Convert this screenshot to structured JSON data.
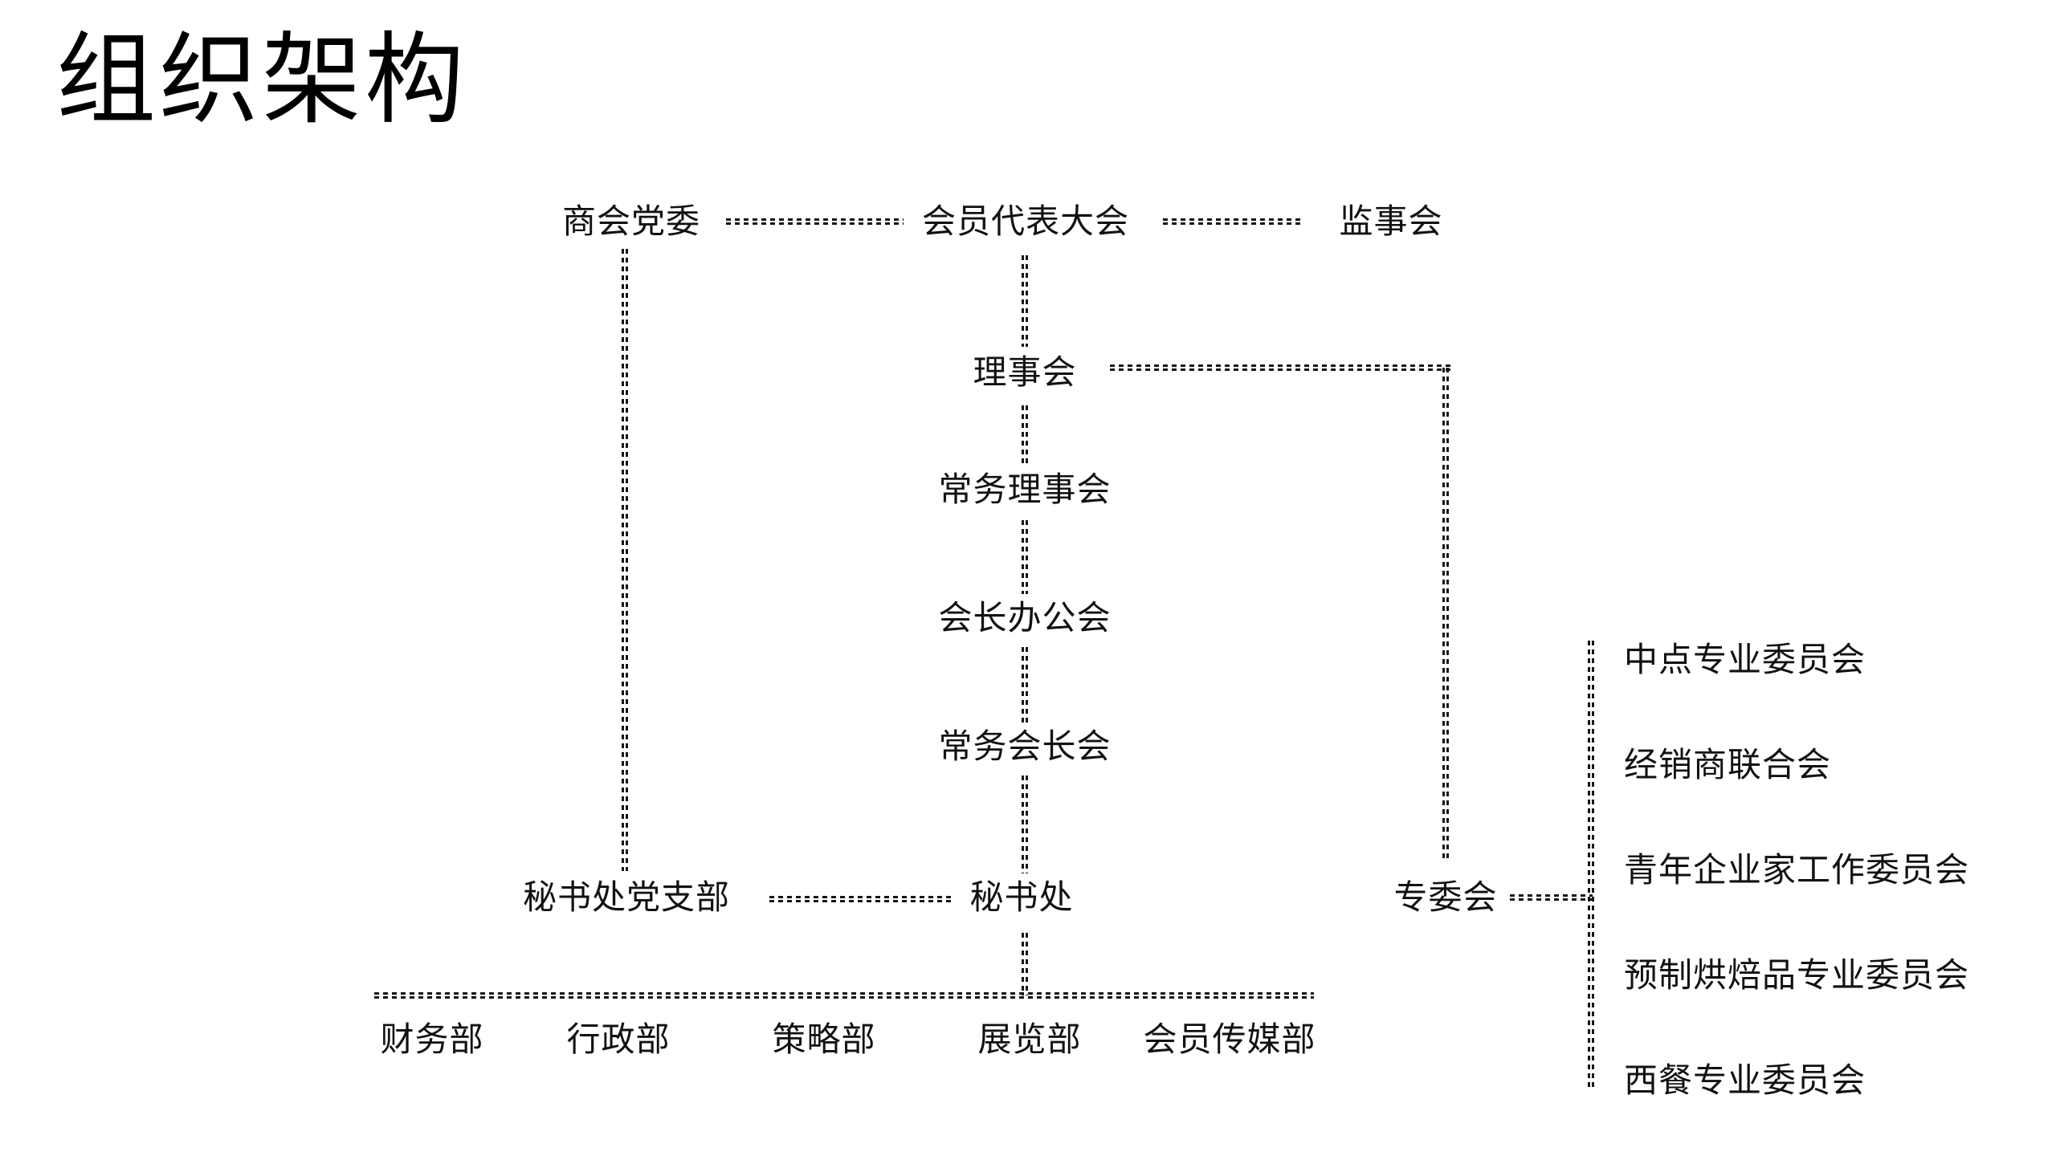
{
  "title": "组织架构",
  "colors": {
    "background": "#ffffff",
    "text": "#111111",
    "line": "#151515"
  },
  "nodes": {
    "party_committee": "商会党委",
    "member_congress": "会员代表大会",
    "supervisory_board": "监事会",
    "council": "理事会",
    "standing_council": "常务理事会",
    "president_office": "会长办公会",
    "standing_presidents": "常务会长会",
    "secretariat_party_branch": "秘书处党支部",
    "secretariat": "秘书处",
    "special_committees_hub": "专委会"
  },
  "departments": [
    "财务部",
    "行政部",
    "策略部",
    "展览部",
    "会员传媒部"
  ],
  "committees": [
    "中点专业委员会",
    "经销商联合会",
    "青年企业家工作委员会",
    "预制烘焙品专业委员会",
    "西餐专业委员会"
  ]
}
